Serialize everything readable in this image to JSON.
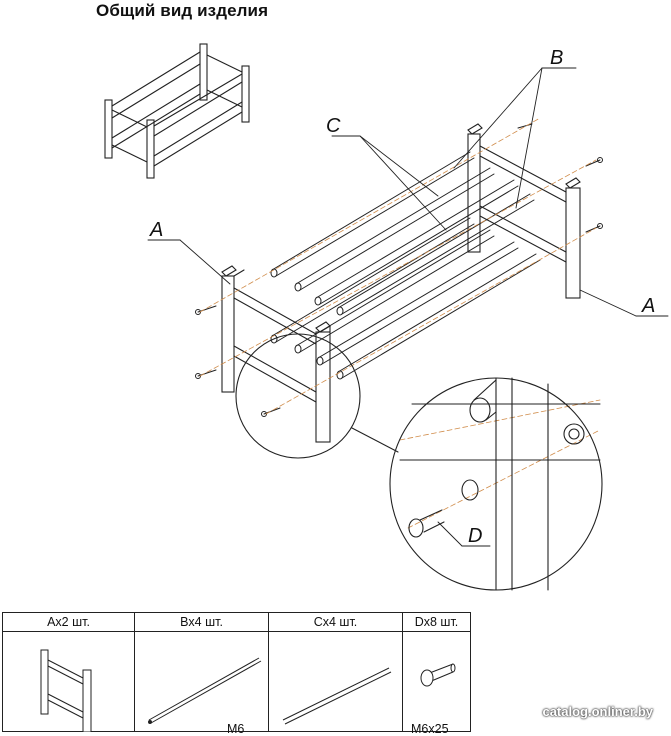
{
  "title": "Общий вид изделия",
  "callouts": {
    "a_left": "A",
    "a_right": "A",
    "b": "B",
    "c": "C",
    "d": "D"
  },
  "parts": [
    {
      "header": "Аx2 шт.",
      "spec": ""
    },
    {
      "header": "Вx4 шт.",
      "spec": "M6"
    },
    {
      "header": "Сx4 шт.",
      "spec": ""
    },
    {
      "header": "Dx8 шт.",
      "spec": "M6x25"
    }
  ],
  "watermark": "catalog.onliner.by",
  "colors": {
    "line": "#222222",
    "accent_dash": "#d08c4a"
  }
}
